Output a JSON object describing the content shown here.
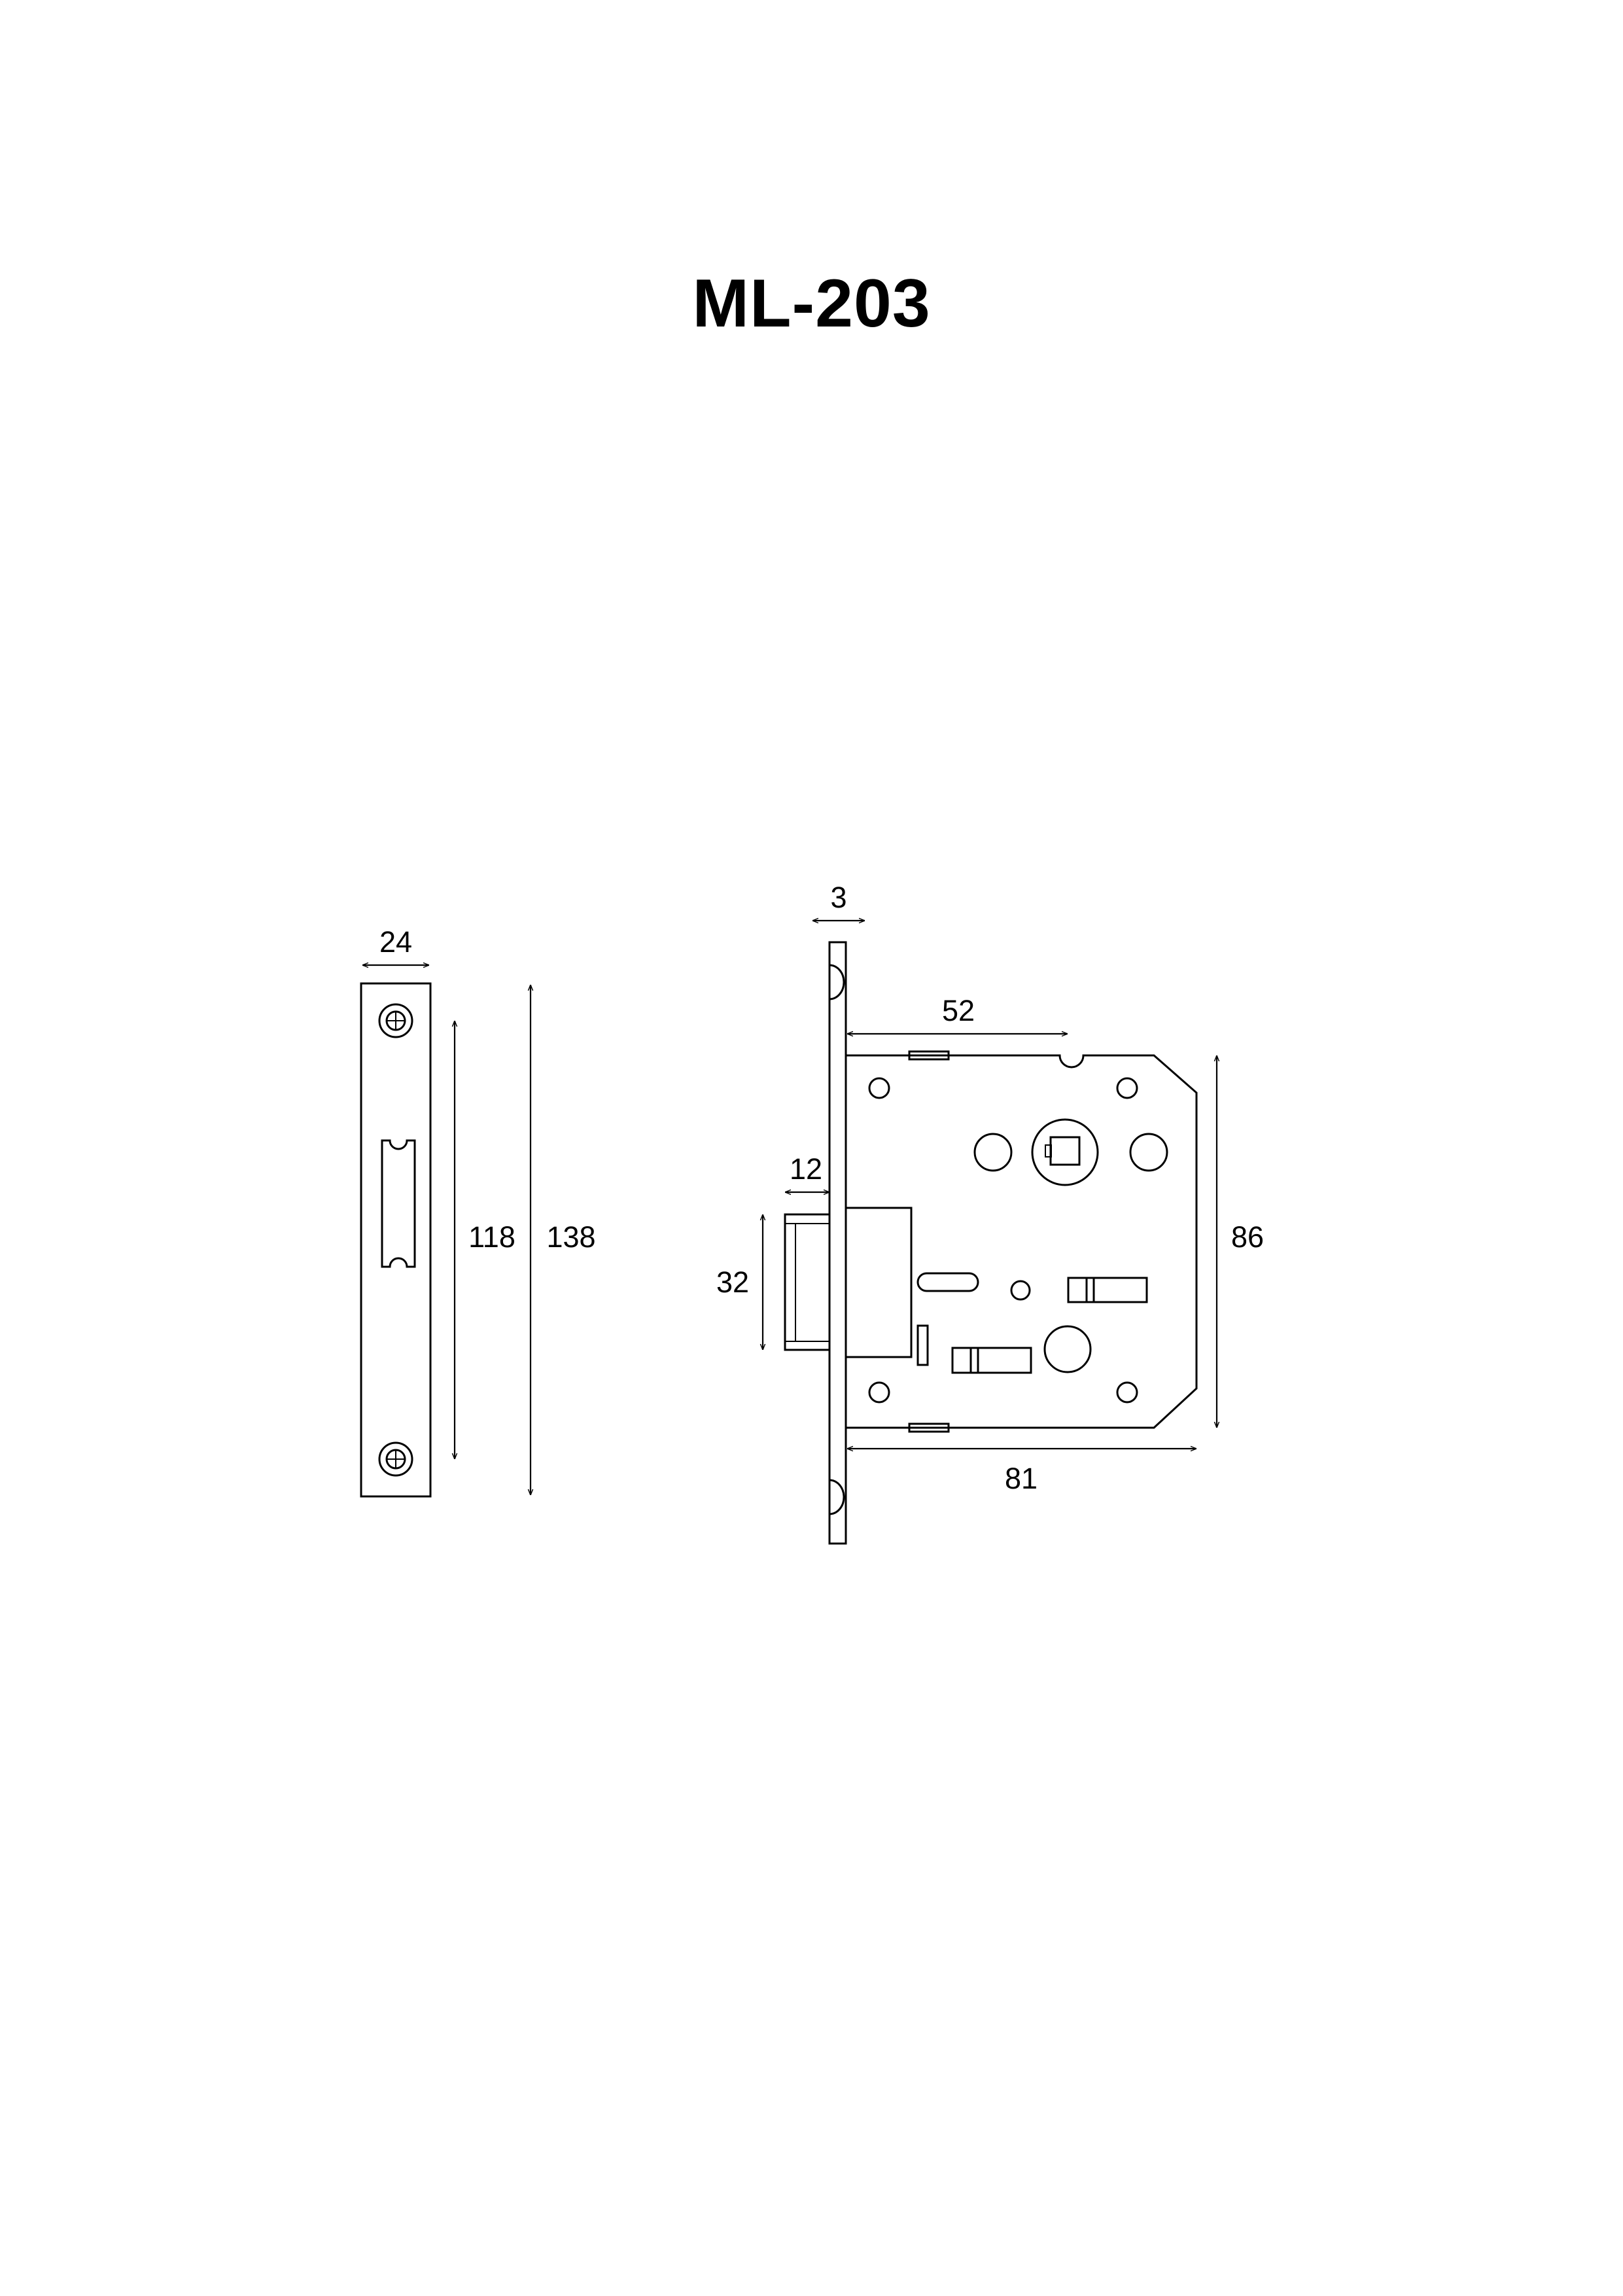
{
  "title": "ML-203",
  "dimensions": {
    "faceplate_width": "24",
    "screw_spacing": "118",
    "faceplate_height": "138",
    "faceplate_thickness": "3",
    "backset": "52",
    "latch_projection": "12",
    "latch_height": "32",
    "case_height": "86",
    "case_depth": "81"
  },
  "colors": {
    "line": "#000000",
    "background": "#ffffff"
  }
}
